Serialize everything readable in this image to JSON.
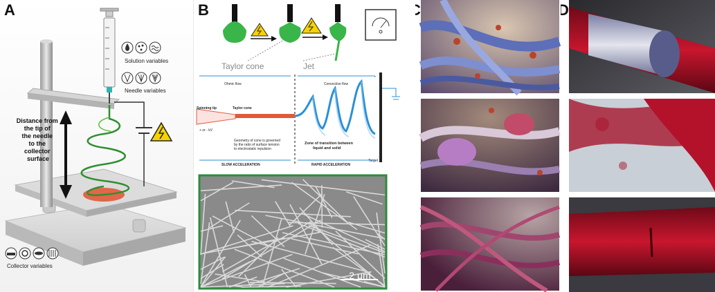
{
  "panels": {
    "A": {
      "label": "A",
      "solution_variables": "Solution variables",
      "needle_variables": "Needle variables",
      "collector_variables": "Collector variables",
      "distance_text": [
        "Distance from",
        "the tip of",
        "the needle",
        "to the",
        "collector",
        "surface"
      ]
    },
    "B": {
      "label": "B",
      "taylor_cone": "Taylor cone",
      "jet": "Jet",
      "ohmic_flow": "Ohmic flow",
      "convective_flow": "Convective flow",
      "spinning_tip": "Spinning tip",
      "voltage": "+ or - kV",
      "taylor_cone_small": "Taylor cone",
      "geometry_note": [
        "Geometry of cone is governed",
        "by the ratio of surface tension",
        "to electrostatic repulsion"
      ],
      "zone_note": [
        "Zone of transition between",
        "liquid and solid"
      ],
      "target": "Target",
      "slow_acceleration": "SLOW ACCELERATION",
      "rapid_acceleration": "RAPID ACCELERATION",
      "scale_bar": "2 μm"
    },
    "C": {
      "label": "C"
    },
    "D": {
      "label": "D"
    }
  },
  "colors": {
    "fiber_green": "#2f8f2f",
    "cone_green": "#39b54a",
    "warning_yellow": "#f6d200",
    "collector_red": "#e05a3a",
    "jet_blue": "#2b8fd6",
    "sem_border": "#2e8b3d",
    "blood_red": "#b3122a"
  }
}
